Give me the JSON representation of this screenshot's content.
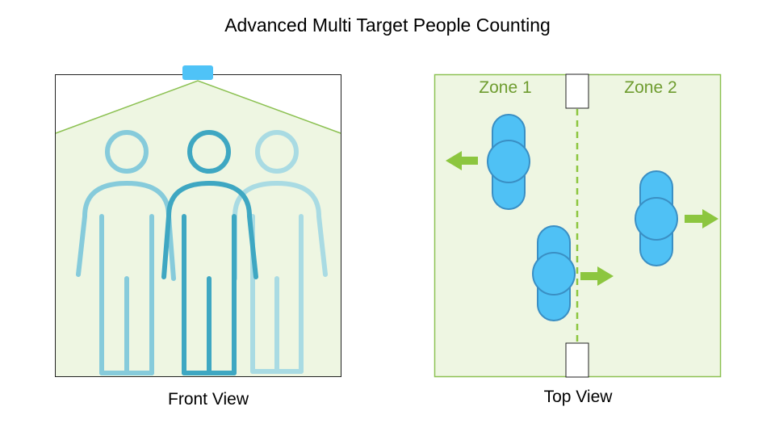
{
  "title": "Advanced Multi Target People Counting",
  "front_view": {
    "caption": "Front View"
  },
  "top_view": {
    "caption": "Top View",
    "zones": [
      {
        "label": "Zone 1"
      },
      {
        "label": "Zone 2"
      }
    ]
  },
  "colors": {
    "panel_fill": "#eef6e2",
    "panel_border_green": "#8cc152",
    "sensor_blue": "#4fc3f7",
    "person_dark": "#3ea7c2",
    "person_mid": "#86cbdb",
    "person_light": "#a9dbe3",
    "arrow_green": "#8cc63f",
    "zone_text": "#6e9c2f",
    "blob_blue": "#4fc1f5",
    "blob_stroke": "#3a8fc4"
  }
}
